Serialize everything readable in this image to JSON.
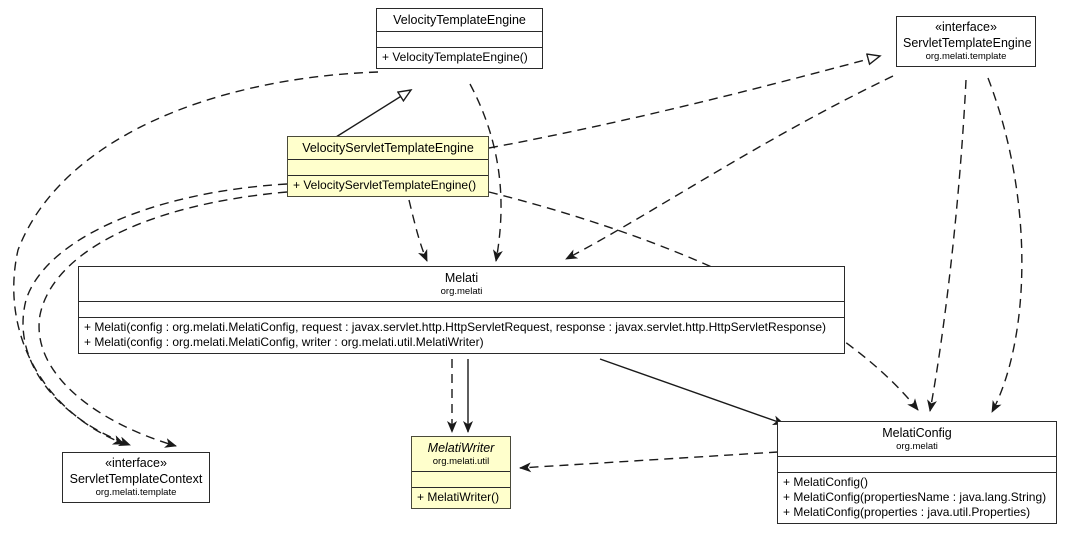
{
  "diagram": {
    "kind": "uml-class-diagram",
    "title": "VelocityServletTemplateEngine class hierarchy",
    "background": "#ffffff",
    "highlight_color": "#ffffcc",
    "line_color": "#2a2a2a"
  },
  "nodes": [
    {
      "id": "velocityTemplateEngine",
      "name": "VelocityTemplateEngine",
      "stereotype": "",
      "package": "",
      "italic": false,
      "highlight": false,
      "attributes": [],
      "operations": [
        "+ VelocityTemplateEngine()"
      ]
    },
    {
      "id": "servletTemplateEngine",
      "name": "ServletTemplateEngine",
      "stereotype": "«interface»",
      "package": "org.melati.template",
      "italic": false,
      "highlight": false,
      "attributes": [],
      "operations": []
    },
    {
      "id": "velocityServletTemplateEngine",
      "name": "VelocityServletTemplateEngine",
      "stereotype": "",
      "package": "",
      "italic": false,
      "highlight": true,
      "attributes": [],
      "operations": [
        "+ VelocityServletTemplateEngine()"
      ]
    },
    {
      "id": "melati",
      "name": "Melati",
      "stereotype": "",
      "package": "org.melati",
      "italic": false,
      "highlight": false,
      "attributes": [],
      "operations": [
        "+ Melati(config : org.melati.MelatiConfig, request : javax.servlet.http.HttpServletRequest, response : javax.servlet.http.HttpServletResponse)",
        "+ Melati(config : org.melati.MelatiConfig, writer : org.melati.util.MelatiWriter)"
      ]
    },
    {
      "id": "servletTemplateContext",
      "name": "ServletTemplateContext",
      "stereotype": "«interface»",
      "package": "org.melati.template",
      "italic": false,
      "highlight": false,
      "attributes": [],
      "operations": []
    },
    {
      "id": "melatiWriter",
      "name": "MelatiWriter",
      "stereotype": "",
      "package": "org.melati.util",
      "italic": true,
      "highlight": true,
      "attributes": [],
      "operations": [
        "+ MelatiWriter()"
      ]
    },
    {
      "id": "melatiConfig",
      "name": "MelatiConfig",
      "stereotype": "",
      "package": "org.melati",
      "italic": false,
      "highlight": false,
      "attributes": [],
      "operations": [
        "+ MelatiConfig()",
        "+ MelatiConfig(propertiesName : java.lang.String)",
        "+ MelatiConfig(properties : java.util.Properties)"
      ]
    }
  ],
  "edges": [
    {
      "from": "velocityServletTemplateEngine",
      "to": "velocityTemplateEngine",
      "type": "generalization",
      "style": "solid",
      "arrow": "hollow-triangle"
    },
    {
      "from": "velocityServletTemplateEngine",
      "to": "servletTemplateEngine",
      "type": "realization",
      "style": "dashed",
      "arrow": "hollow-triangle"
    },
    {
      "from": "velocityTemplateEngine",
      "to": "melati",
      "type": "dependency",
      "style": "dashed",
      "arrow": "open"
    },
    {
      "from": "velocityServletTemplateEngine",
      "to": "melati",
      "type": "dependency",
      "style": "dashed",
      "arrow": "open"
    },
    {
      "from": "servletTemplateEngine",
      "to": "melati",
      "type": "dependency",
      "style": "dashed",
      "arrow": "open"
    },
    {
      "from": "velocityTemplateEngine",
      "to": "servletTemplateContext",
      "type": "dependency",
      "style": "dashed",
      "arrow": "open"
    },
    {
      "from": "velocityServletTemplateEngine",
      "to": "servletTemplateContext",
      "type": "dependency",
      "style": "dashed",
      "arrow": "open"
    },
    {
      "from": "melati",
      "to": "servletTemplateContext",
      "type": "dependency",
      "style": "dashed",
      "arrow": "open"
    },
    {
      "from": "melati",
      "to": "melatiWriter",
      "type": "association",
      "style": "solid",
      "arrow": "open"
    },
    {
      "from": "melati",
      "to": "melatiWriter",
      "type": "dependency",
      "style": "dashed",
      "arrow": "open"
    },
    {
      "from": "melatiConfig",
      "to": "melatiWriter",
      "type": "dependency",
      "style": "dashed",
      "arrow": "open"
    },
    {
      "from": "melati",
      "to": "melatiConfig",
      "type": "association",
      "style": "solid",
      "arrow": "open"
    },
    {
      "from": "servletTemplateEngine",
      "to": "melatiConfig",
      "type": "dependency",
      "style": "dashed",
      "arrow": "open"
    },
    {
      "from": "velocityTemplateEngine",
      "to": "melatiConfig",
      "type": "dependency",
      "style": "dashed",
      "arrow": "open"
    },
    {
      "from": "velocityServletTemplateEngine",
      "to": "melatiConfig",
      "type": "dependency",
      "style": "dashed",
      "arrow": "open"
    }
  ]
}
